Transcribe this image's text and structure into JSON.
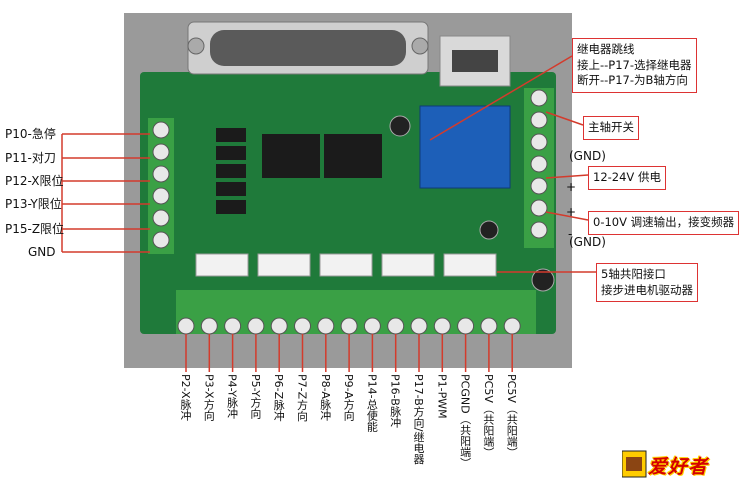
{
  "left_labels": [
    "P10-急停",
    "P11-对刀",
    "P12-X限位",
    "P13-Y限位",
    "P15-Z限位",
    "GND"
  ],
  "bottom_labels": [
    "P2-X脉冲",
    "P3-X方向",
    "P4-Y脉冲",
    "P5-Y方向",
    "P6-Z脉冲",
    "P7-Z方向",
    "P8-A脉冲",
    "P9-A方向",
    "P14-总使能",
    "P16-B脉冲",
    "P17-B方向/继电器",
    "P1-PWM",
    "PCGND（共阳端）",
    "PC5V（共阳端）",
    "PC5V（共阳端）"
  ],
  "relay_note": {
    "title": "继电器跳线",
    "line1": "接上--P17-选择继电器",
    "line2": "断开--P17-为B轴方向"
  },
  "right_labels": {
    "spindle": "主轴开关",
    "gnd_top": "(GND)",
    "supply": "12-24V 供电",
    "plus1": "+",
    "vout": "0-10V 调速输出，接变频器",
    "plus2": "+",
    "minus": "-",
    "gnd_bottom": "(GND)"
  },
  "common_anode": {
    "line1": "5轴共阳接口",
    "line2": "接步进电机驱动器"
  },
  "logo_text": "爱好者",
  "colors": {
    "pcb": "#1f7a3a",
    "terminal": "#3aa045",
    "annotation_red": "#d33b2c"
  }
}
